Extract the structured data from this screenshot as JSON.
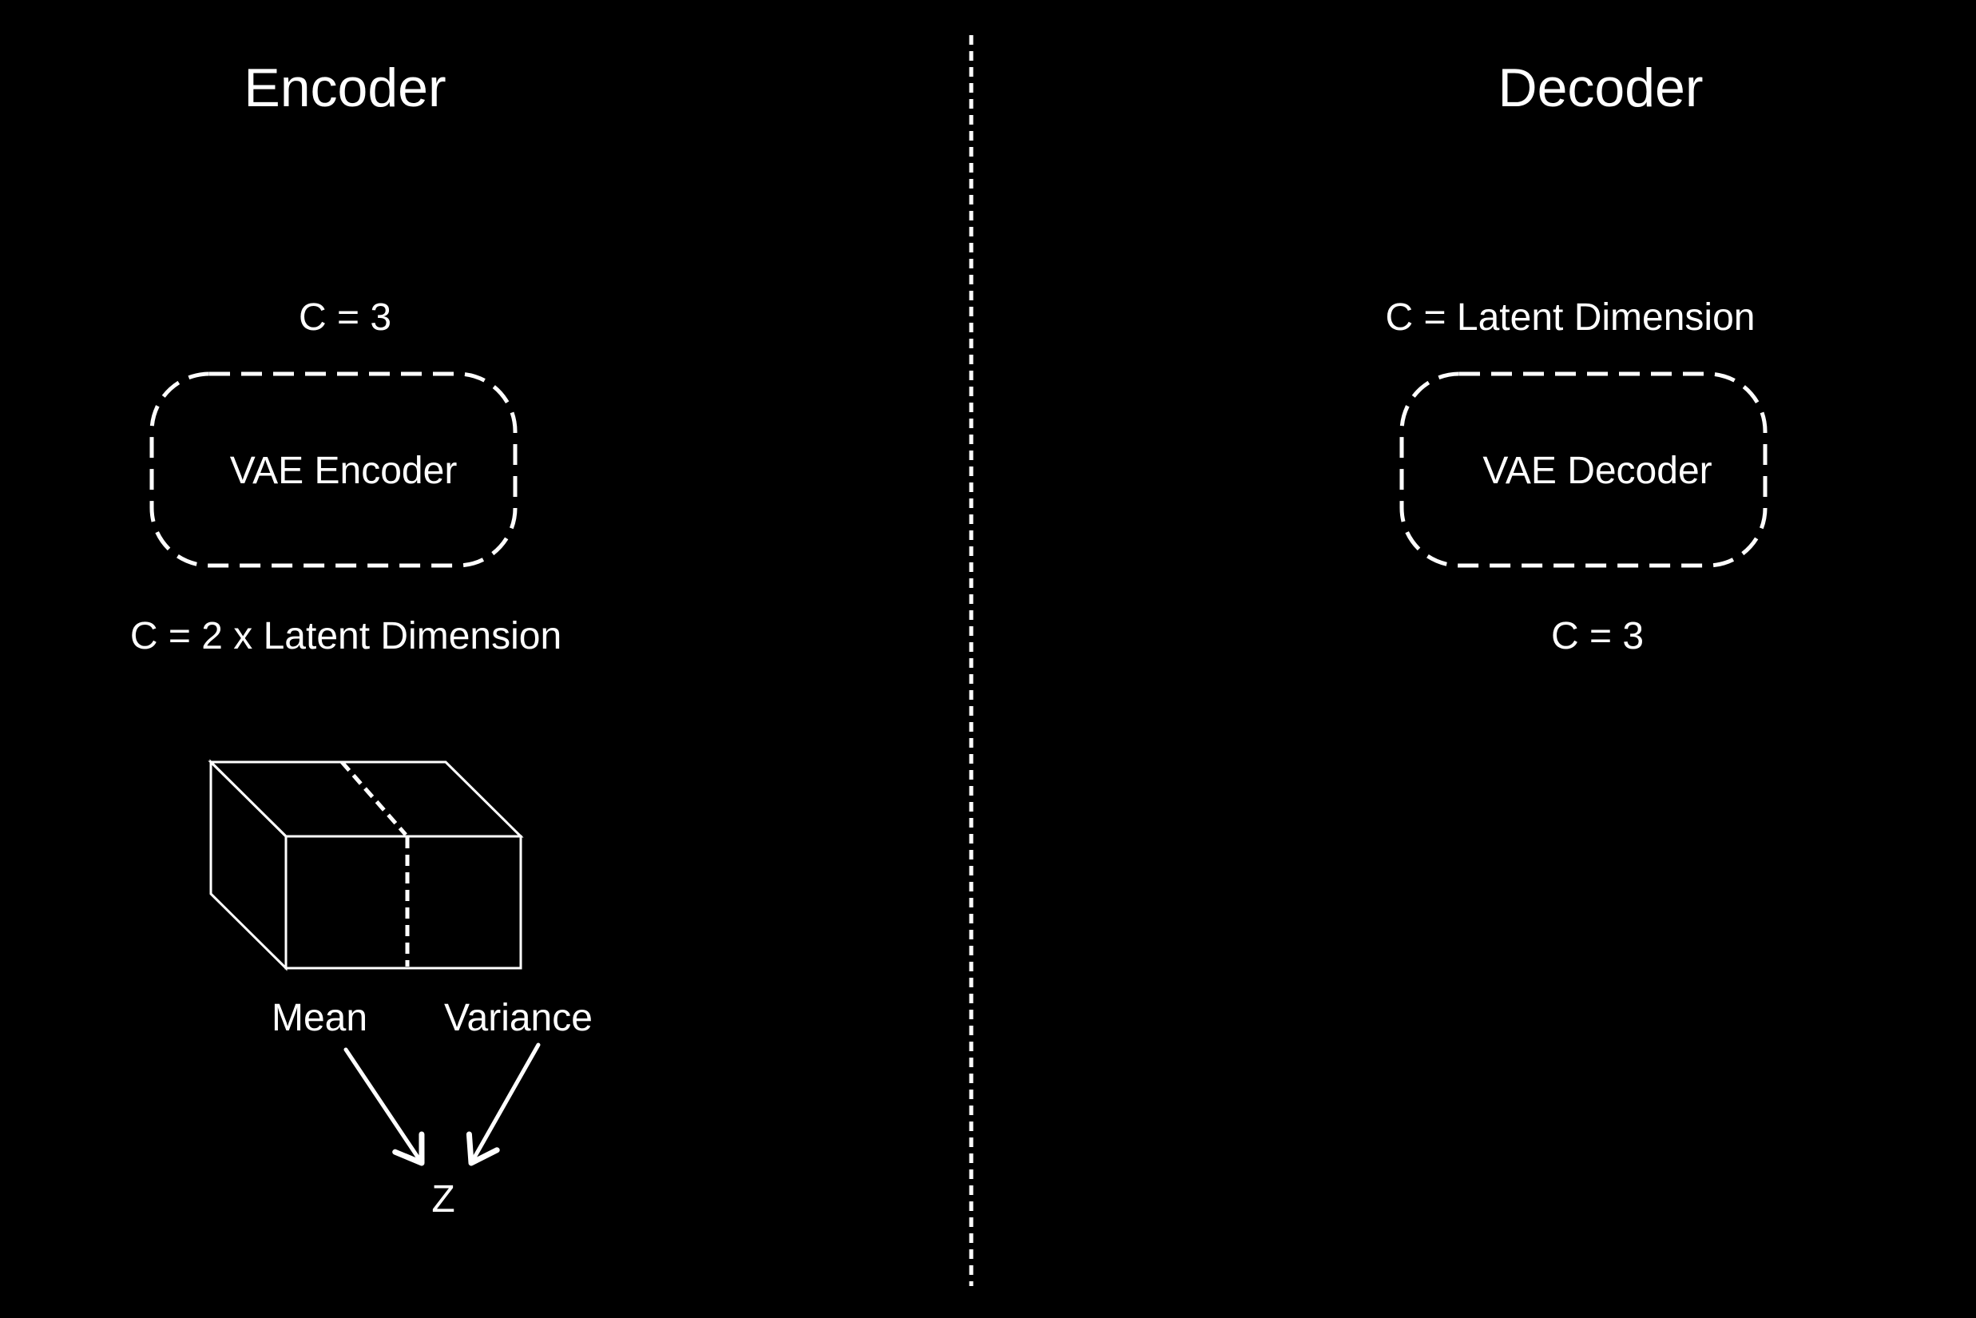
{
  "encoder": {
    "title": "Encoder",
    "input_channels": "C = 3",
    "block_label": "VAE Encoder",
    "output_channels": "C = 2 x Latent Dimension",
    "split": {
      "left": "Mean",
      "right": "Variance"
    },
    "sample": "Z"
  },
  "decoder": {
    "title": "Decoder",
    "input_channels": "C = Latent Dimension",
    "block_label": "VAE Decoder",
    "output_channels": "C = 3"
  },
  "colors": {
    "background": "#000000",
    "foreground": "#ffffff"
  }
}
